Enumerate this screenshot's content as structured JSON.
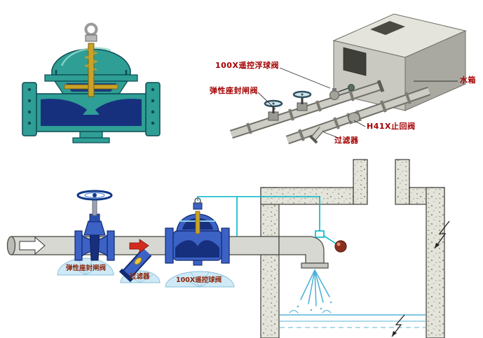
{
  "iso_view": {
    "labels": {
      "float_valve": "100X遥控浮球阀",
      "gate_valve": "弹性座封闸阀",
      "check_valve": "H41X止回阀",
      "strainer": "过滤器",
      "tank": "水箱"
    }
  },
  "schematic_view": {
    "labels": {
      "gate_valve": "弹性座封闸阀",
      "strainer": "过滤器",
      "float_valve": "100X遥控球阀"
    }
  },
  "icons": {
    "lifting_ring": "◯",
    "handwheel": "⬭",
    "flow_arrow": "⇨",
    "red_flow_arrow": "→",
    "float_ball": "●",
    "water_level_symbol": "↯"
  },
  "colors": {
    "valve_teal": "#2f9e94",
    "valve_navy": "#16307e",
    "valve_blue": "#3c62c6",
    "brass_gold": "#c9a227",
    "label_red": "#a40000",
    "label_dark_red": "#8a2408",
    "pilot_cyan": "#00b5c8",
    "pipe_gray": "#d8d8d3",
    "concrete_gray": "#e4e4db",
    "water_blue": "#5ab4d6",
    "float_ball_red": "#8a2f1f",
    "mound_blue": "#cfe9f6"
  }
}
